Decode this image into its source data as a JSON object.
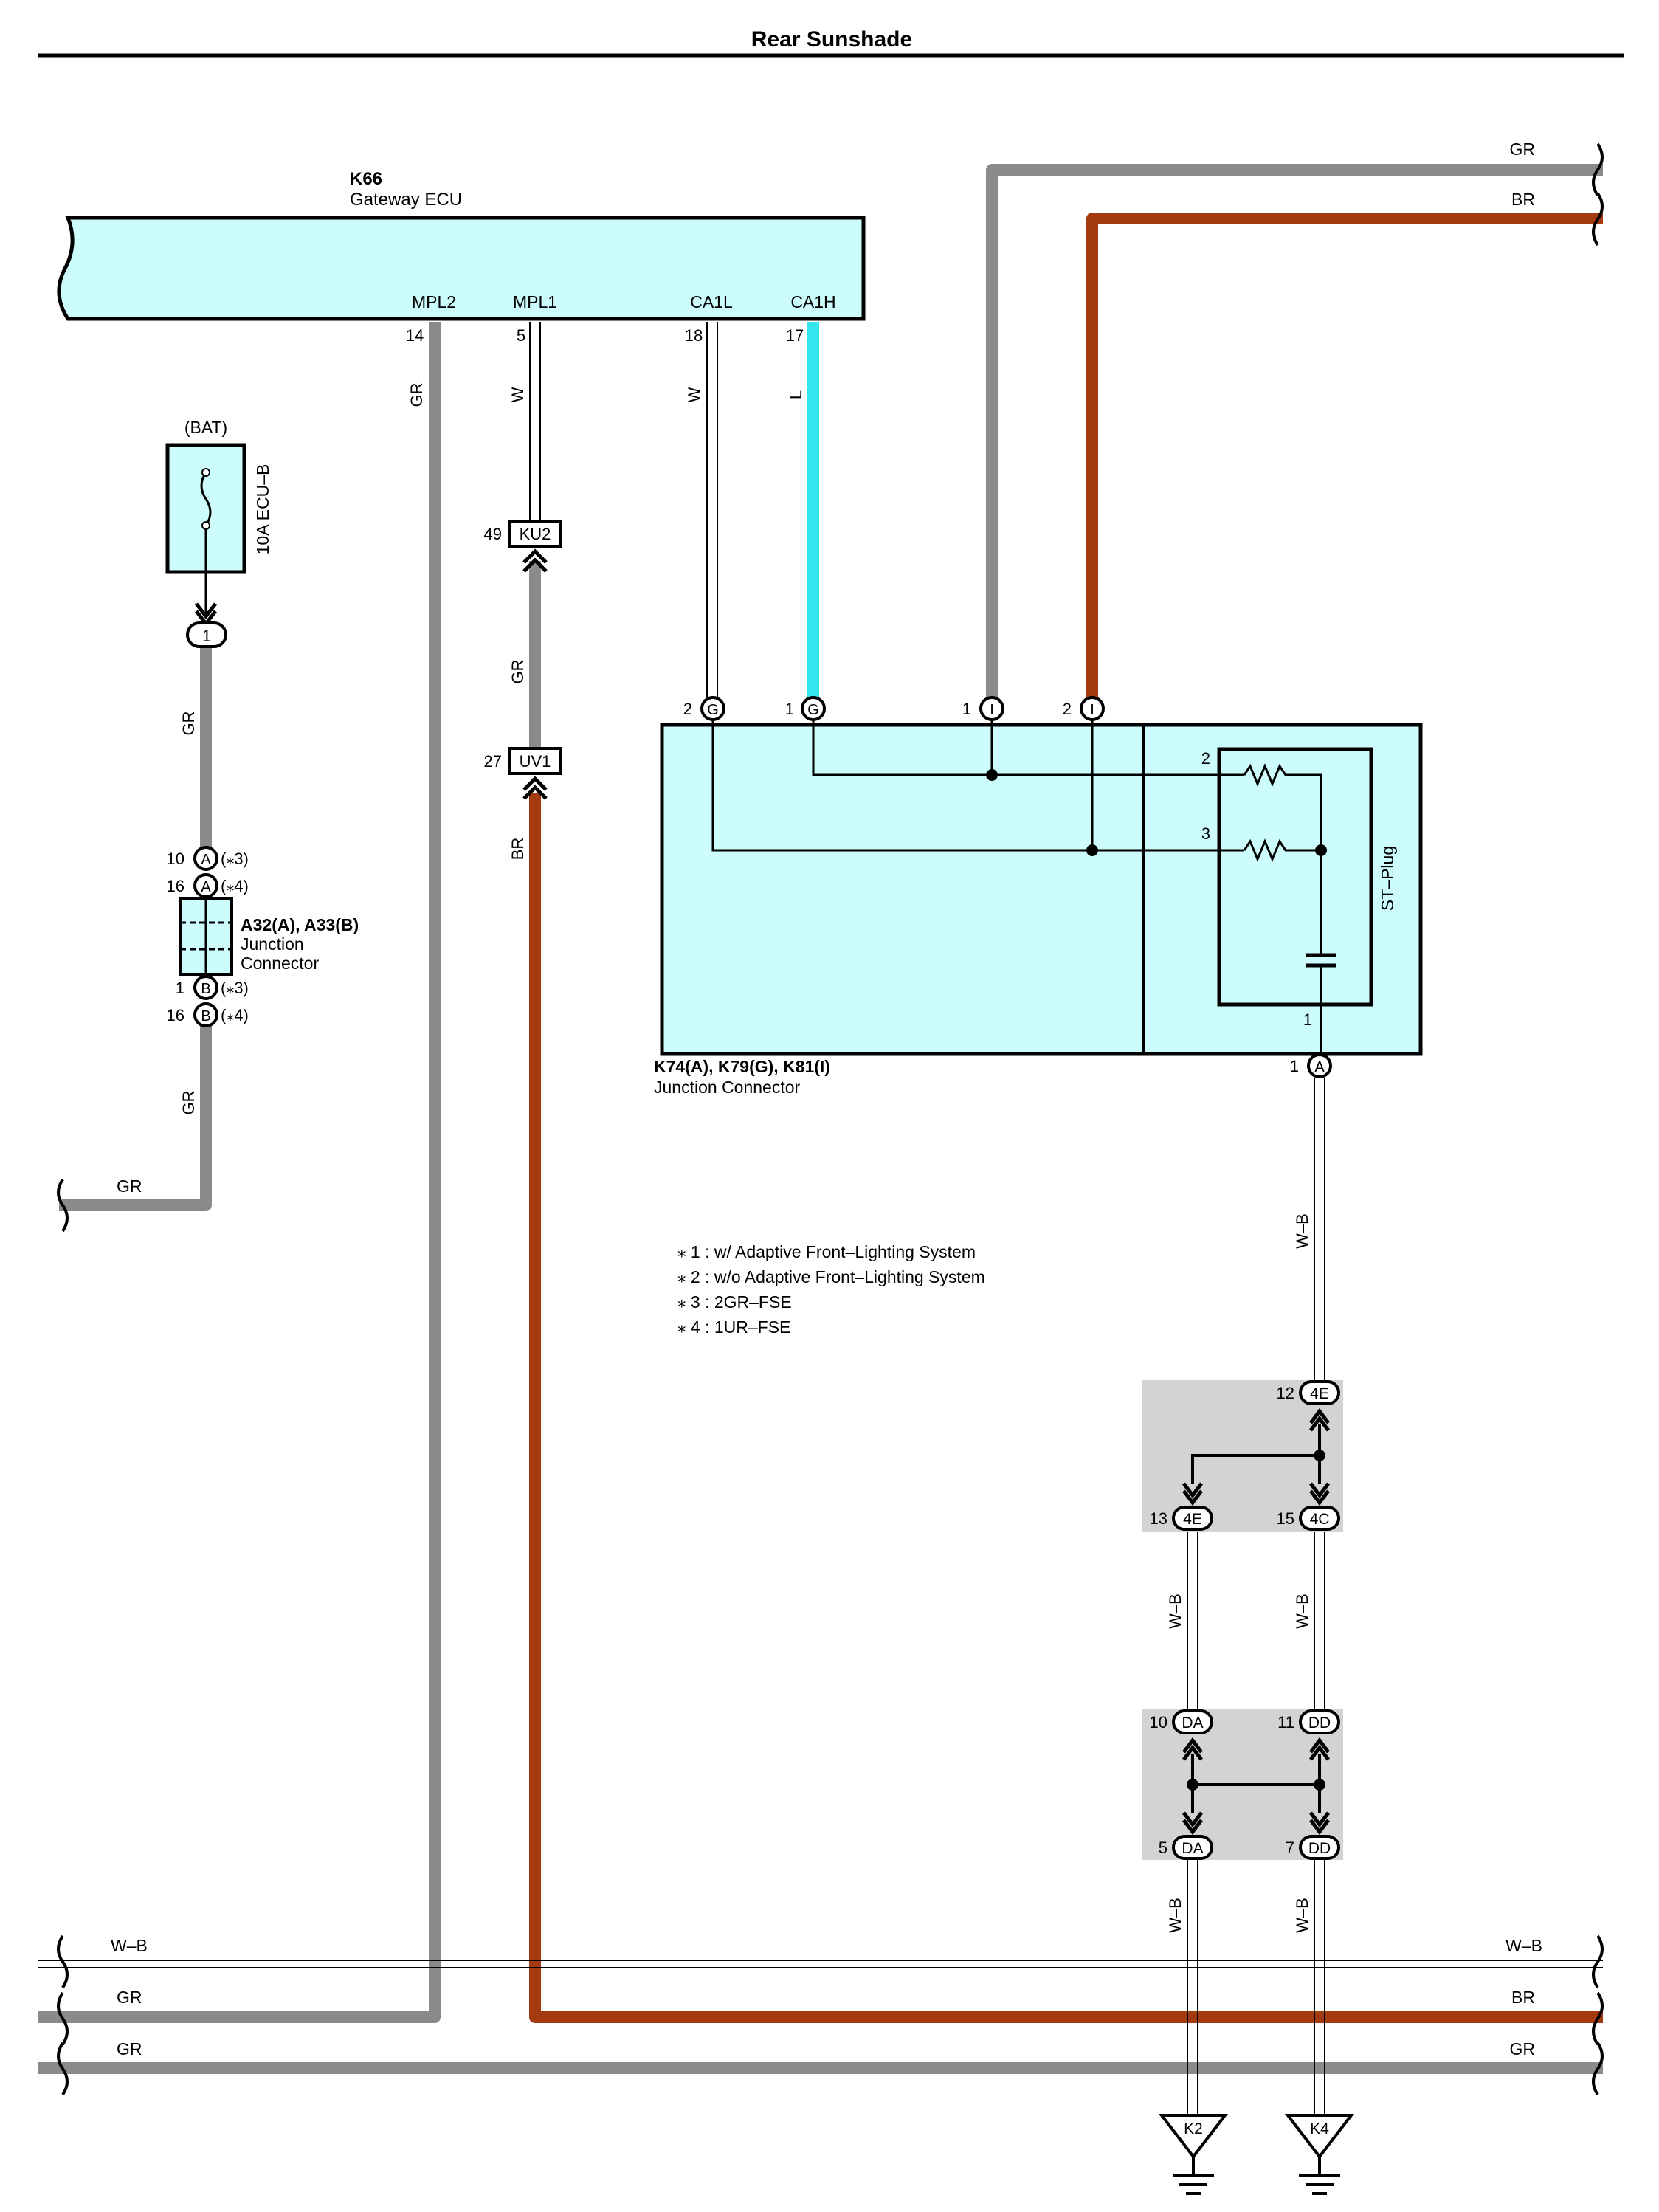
{
  "title": "Rear Sunshade",
  "colors": {
    "gr": "#8a8a8a",
    "br": "#a33a10",
    "l": "#33e6ee",
    "box": "#ccfcfc",
    "shade": "#d3d3d3"
  },
  "gateway": {
    "code": "K66",
    "name": "Gateway ECU",
    "pins": [
      {
        "name": "MPL2",
        "num": "14",
        "wire": "GR"
      },
      {
        "name": "MPL1",
        "num": "5",
        "wire": "W"
      },
      {
        "name": "CA1L",
        "num": "18",
        "wire": "W"
      },
      {
        "name": "CA1H",
        "num": "17",
        "wire": "L"
      }
    ]
  },
  "fuse": {
    "source": "(BAT)",
    "label": "10A ECU–B",
    "pin": "1"
  },
  "left_wire": {
    "upper": "GR",
    "lower": "GR",
    "exit": "GR"
  },
  "jc_a": {
    "title": "A32(A), A33(B)",
    "line1": "Junction",
    "line2": "Connector",
    "pins": [
      {
        "num": "10",
        "letter": "A",
        "note": "(⁎3)"
      },
      {
        "num": "16",
        "letter": "A",
        "note": "(⁎4)"
      },
      {
        "num": "1",
        "letter": "B",
        "note": "(⁎3)"
      },
      {
        "num": "16",
        "letter": "B",
        "note": "(⁎4)"
      }
    ]
  },
  "ku2": {
    "num": "49",
    "label": "KU2"
  },
  "uv1": {
    "num": "27",
    "label": "UV1"
  },
  "mid_wires": {
    "gr": "GR",
    "br": "BR"
  },
  "jc_k": {
    "title": "K74(A), K79(G), K81(I)",
    "line1": "Junction Connector",
    "stplug": "ST–Plug",
    "top_pins": [
      {
        "num": "2",
        "letter": "G"
      },
      {
        "num": "1",
        "letter": "G"
      },
      {
        "num": "1",
        "letter": "I"
      },
      {
        "num": "2",
        "letter": "I"
      }
    ],
    "inner": [
      "2",
      "3",
      "1"
    ],
    "bottom_pin": {
      "num": "1",
      "letter": "A"
    }
  },
  "right_top": {
    "gr": "GR",
    "br": "BR"
  },
  "notes": [
    "⁎ 1 : w/ Adaptive Front–Lighting System",
    "⁎ 2 : w/o Adaptive Front–Lighting System",
    "⁎ 3 : 2GR–FSE",
    "⁎ 4 : 1UR–FSE"
  ],
  "wb": "W–B",
  "conn_a": [
    {
      "num": "12",
      "label": "4E"
    },
    {
      "num": "13",
      "label": "4E"
    },
    {
      "num": "15",
      "label": "4C"
    }
  ],
  "conn_b": [
    {
      "num": "10",
      "label": "DA"
    },
    {
      "num": "11",
      "label": "DD"
    },
    {
      "num": "5",
      "label": "DA"
    },
    {
      "num": "7",
      "label": "DD"
    }
  ],
  "bus": {
    "l1": "W–B",
    "l2": "GR",
    "l3": "GR",
    "r1": "W–B",
    "r2": "BR",
    "r3": "GR"
  },
  "grounds": [
    "K2",
    "K4"
  ]
}
